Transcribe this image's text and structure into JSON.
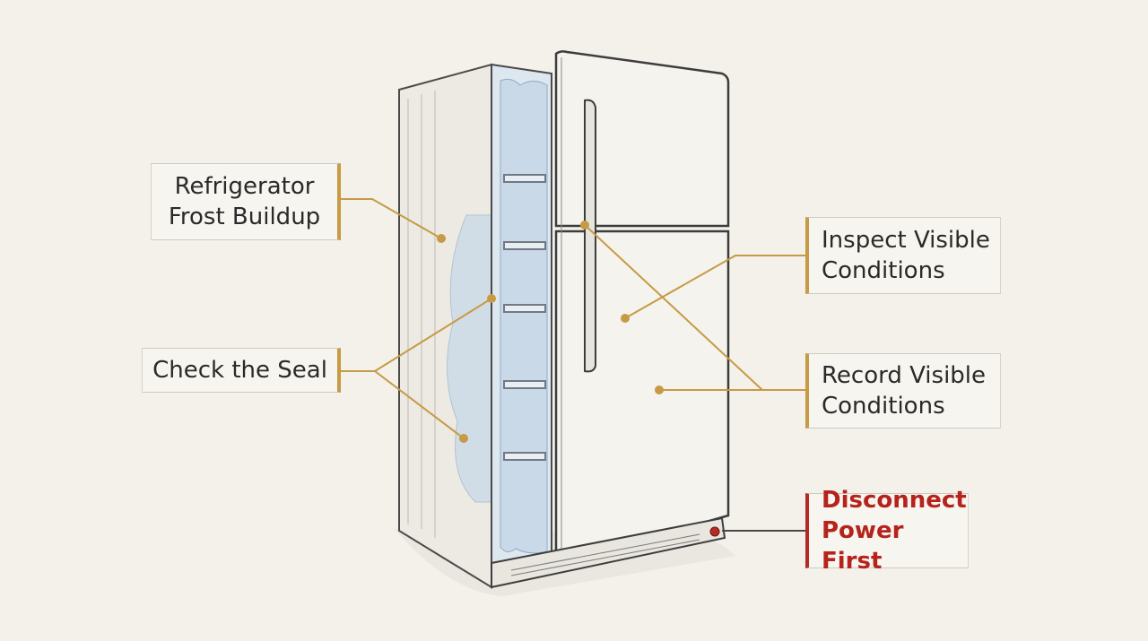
{
  "labels": {
    "frost_buildup": "Refrigerator\nFrost Buildup",
    "check_seal": "Check the Seal",
    "inspect_conditions": "Inspect Visible\nConditions",
    "record_conditions": "Record Visible\nConditions",
    "disconnect_power": "Disconnect\nPower First"
  },
  "colors": {
    "background": "#f3f1ea",
    "leader_line": "#c79a45",
    "marker_dot": "#c79a45",
    "warning_text": "#b5231c",
    "warning_accent": "#b52a23",
    "frost": "#c9d9e8",
    "outline": "#4a4a4a"
  }
}
